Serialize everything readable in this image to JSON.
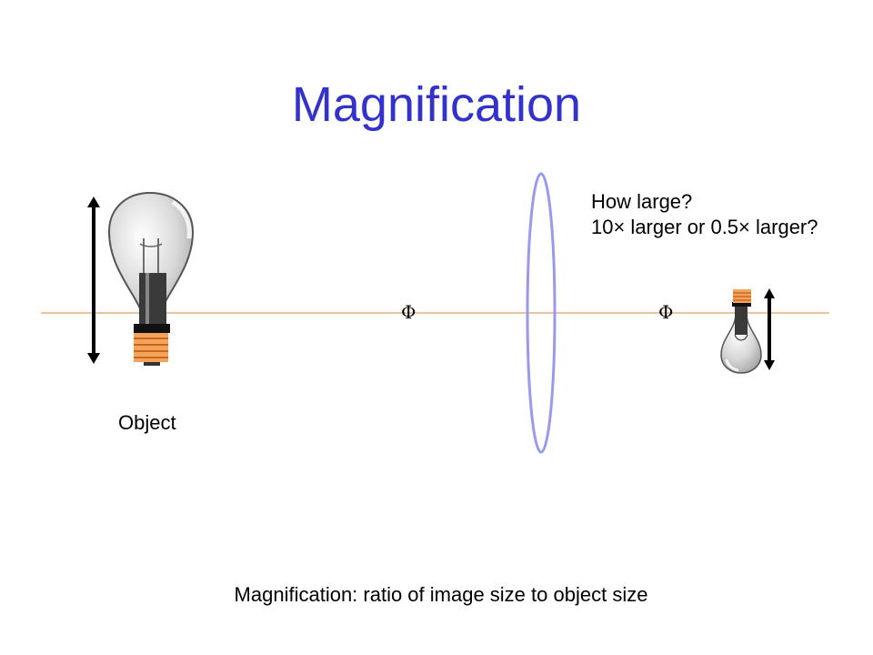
{
  "title": "Magnification",
  "question": {
    "line1": "How large?",
    "line2": "10× larger or 0.5× larger?"
  },
  "object_label": "Object",
  "focal_symbol": "Φ",
  "caption": "Magnification: ratio of image size to object size",
  "colors": {
    "title": "#3333cc",
    "optical_axis": "#e0a060",
    "lens_outline": "#9999ee",
    "bulb_base": "#f0a050"
  },
  "icons": [
    "lightbulb-icon",
    "lightbulb-icon-inverted"
  ]
}
